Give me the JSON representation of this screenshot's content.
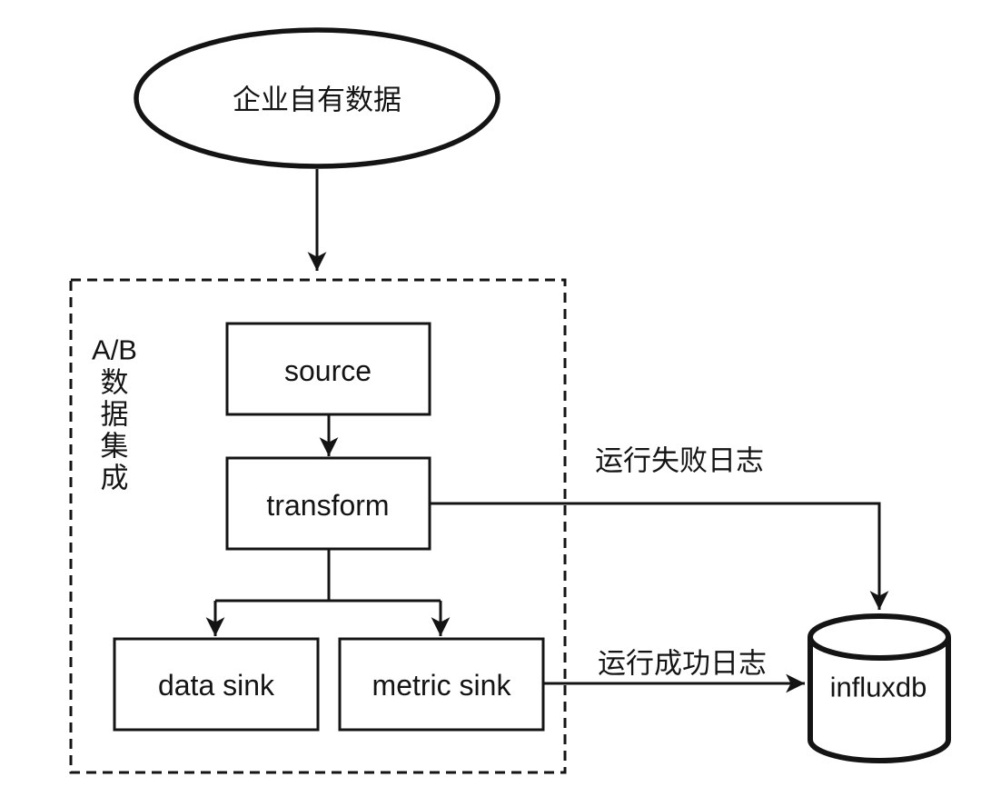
{
  "diagram": {
    "type": "flowchart",
    "background": "#ffffff",
    "stroke_color": "#141414",
    "nodes": {
      "enterprise": {
        "label": "企业自有数据",
        "shape": "ellipse"
      },
      "group": {
        "label_lines": [
          "A/B",
          "数",
          "据",
          "集",
          "成"
        ],
        "shape": "dashed-rect"
      },
      "source": {
        "label": "source",
        "shape": "rect"
      },
      "transform": {
        "label": "transform",
        "shape": "rect"
      },
      "data_sink": {
        "label": "data sink",
        "shape": "rect"
      },
      "metric_sink": {
        "label": "metric sink",
        "shape": "rect"
      },
      "influxdb": {
        "label": "influxdb",
        "shape": "cylinder"
      }
    },
    "edges": [
      {
        "from": "enterprise",
        "to": "group",
        "label": ""
      },
      {
        "from": "source",
        "to": "transform",
        "label": ""
      },
      {
        "from": "transform",
        "to": "data_sink",
        "label": ""
      },
      {
        "from": "transform",
        "to": "metric_sink",
        "label": ""
      },
      {
        "from": "transform",
        "to": "influxdb",
        "label": "运行失败日志"
      },
      {
        "from": "metric_sink",
        "to": "influxdb",
        "label": "运行成功日志"
      }
    ]
  }
}
